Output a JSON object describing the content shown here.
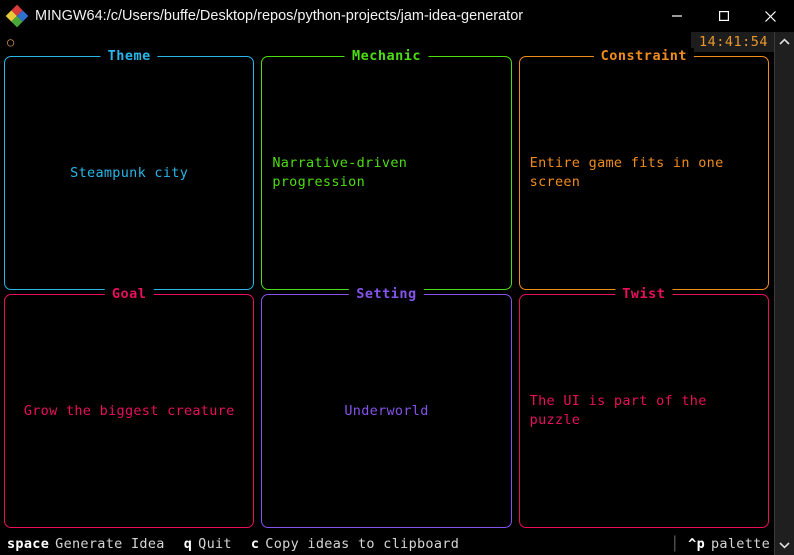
{
  "window": {
    "title": "MINGW64:/c/Users/buffe/Desktop/repos/python-projects/jam-idea-generator",
    "app_icon": "mingw-diamond-icon",
    "minimize_label": "—",
    "maximize_label": "□",
    "close_label": "✕"
  },
  "topbar": {
    "spinner": "○",
    "clock": "14:41:54",
    "clock_color": "#e8972f"
  },
  "panels": [
    {
      "title": "Theme",
      "text": "Steampunk city",
      "color": "#29b6e8",
      "align": "center"
    },
    {
      "title": "Mechanic",
      "text": "Narrative-driven progression",
      "color": "#4ddd12",
      "align": "left"
    },
    {
      "title": "Constraint",
      "text": "Entire game fits in one screen",
      "color": "#ef8c1c",
      "align": "left"
    },
    {
      "title": "Goal",
      "text": "Grow the biggest creature",
      "color": "#e8105c",
      "align": "center"
    },
    {
      "title": "Setting",
      "text": "Underworld",
      "color": "#8453e8",
      "align": "center"
    },
    {
      "title": "Twist",
      "text": "The UI is part of the puzzle",
      "color": "#e8105c",
      "align": "left"
    }
  ],
  "footer": {
    "bindings": [
      {
        "key": "space",
        "desc": "Generate Idea"
      },
      {
        "key": "q",
        "desc": "Quit"
      },
      {
        "key": "c",
        "desc": "Copy ideas to clipboard"
      }
    ],
    "separator": "│",
    "palette_key": "^p",
    "palette_desc": "palette"
  },
  "scrollbar": {
    "up_arrow": "chevron-up-icon",
    "down_arrow": "chevron-down-icon"
  }
}
